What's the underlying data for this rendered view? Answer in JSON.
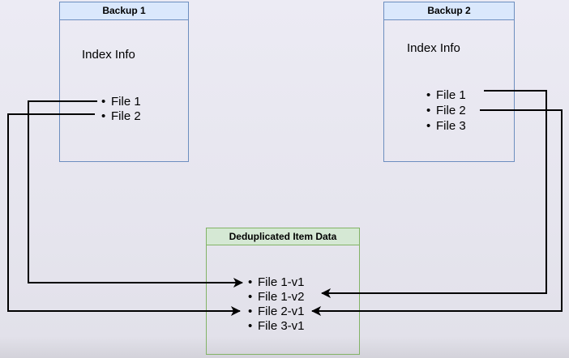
{
  "diagram": {
    "backup1": {
      "title": "Backup 1",
      "label": "Index Info",
      "items": [
        "File 1",
        "File 2"
      ]
    },
    "backup2": {
      "title": "Backup 2",
      "label": "Index Info",
      "items": [
        "File 1",
        "File 2",
        "File 3"
      ]
    },
    "dedup": {
      "title": "Deduplicated Item Data",
      "items": [
        "File 1-v1",
        "File 1-v2",
        "File 2-v1",
        "File 3-v1"
      ]
    },
    "bullet_glyph": "•",
    "connections": [
      {
        "from": "Backup 1 / File 1",
        "to": "File 1-v1"
      },
      {
        "from": "Backup 1 / File 2",
        "to": "File 2-v1"
      },
      {
        "from": "Backup 2 / File 1",
        "to": "File 1-v2"
      },
      {
        "from": "Backup 2 / File 2",
        "to": "File 2-v1"
      }
    ],
    "colors": {
      "blue_border": "#6c8ebf",
      "blue_header_fill": "#dae8fc",
      "green_border": "#82b366",
      "green_header_fill": "#d5e8d4",
      "arrow": "#000000",
      "background": "#e6e5ee"
    }
  }
}
